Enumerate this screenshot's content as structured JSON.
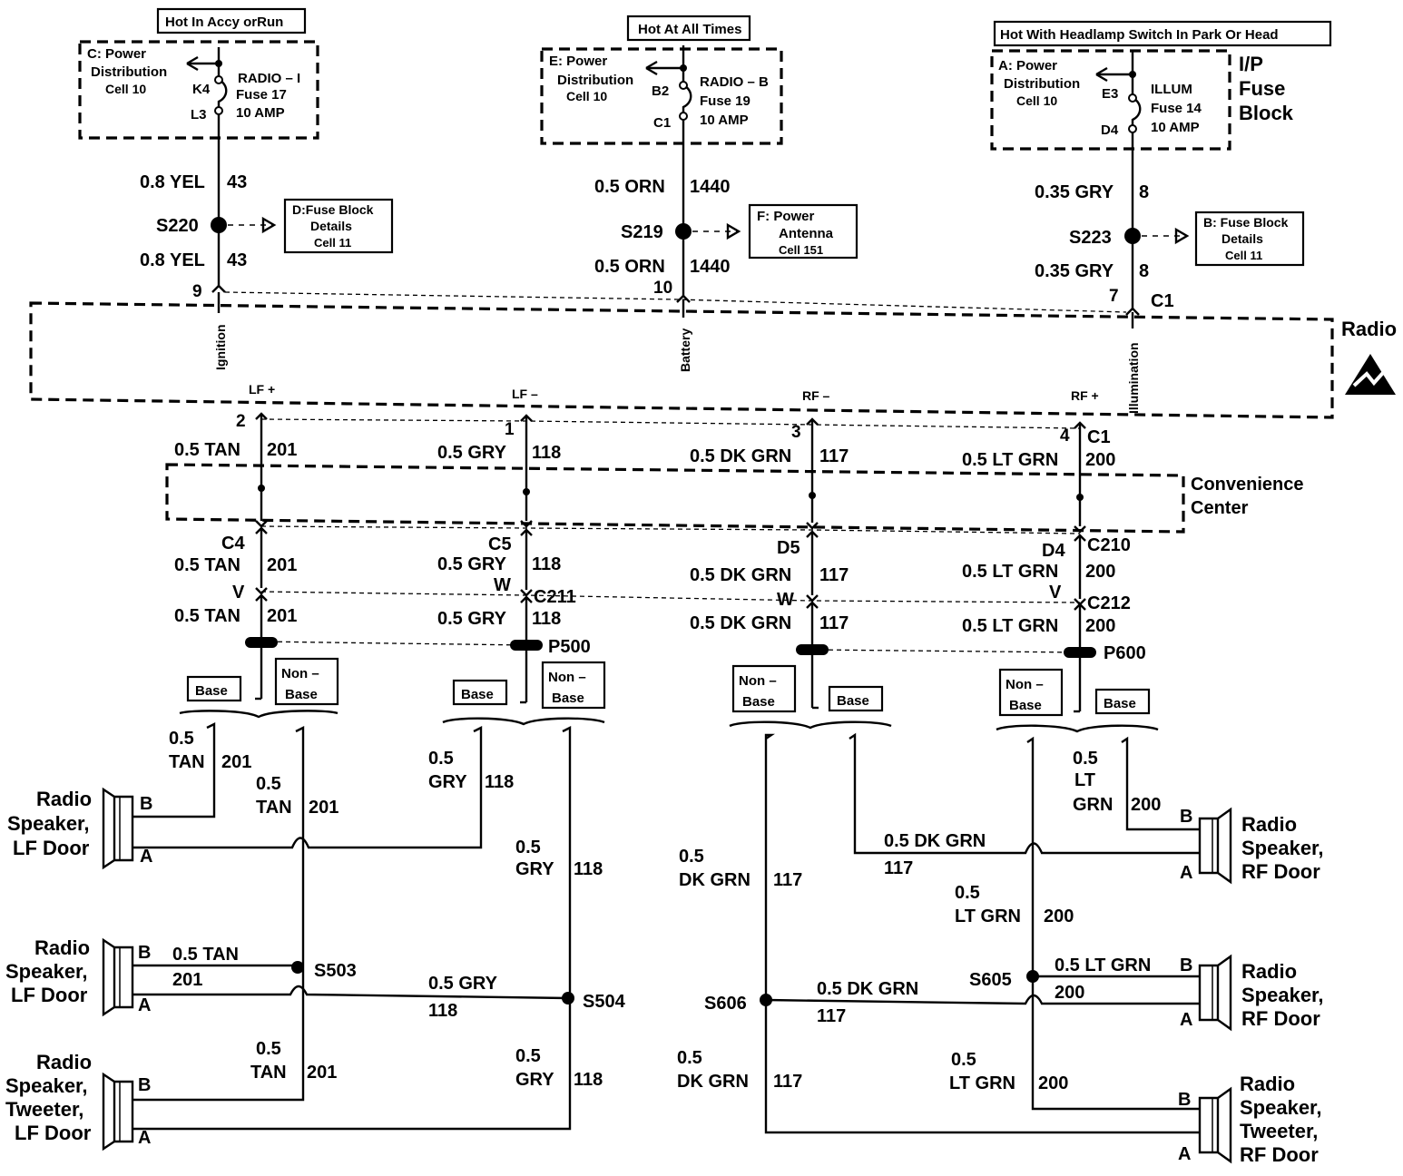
{
  "colors": {
    "ink": "#000000",
    "paper": "#ffffff"
  },
  "fuse_block": {
    "label_line1": "I/P",
    "label_line2": "Fuse",
    "label_line3": "Block"
  },
  "radio_label": "Radio",
  "radio_icon": "esd-sensitive-icon",
  "convenience_center": {
    "line1": "Convenience",
    "line2": "Center"
  },
  "feeds": {
    "ign": {
      "hot_label": "Hot In Accy orRun",
      "pd_line1": "C: Power",
      "pd_line2": "Distribution",
      "pd_line3": "Cell 10",
      "fuse_name": "RADIO – I",
      "fuse_num": "Fuse 17",
      "fuse_amp": "10 AMP",
      "term_top": "K4",
      "term_bot": "L3",
      "wire_a": "0.8 YEL",
      "wire_a_circ": "43",
      "splice": "S220",
      "det_line1": "D:Fuse Block",
      "det_line2": "Details",
      "det_line3": "Cell 11",
      "wire_b": "0.8 YEL",
      "wire_b_circ": "43",
      "pin": "9",
      "radio_term": "Ignition"
    },
    "bat": {
      "hot_label": "Hot At All Times",
      "pd_line1": "E: Power",
      "pd_line2": "Distribution",
      "pd_line3": "Cell 10",
      "fuse_name": "RADIO – B",
      "fuse_num": "Fuse 19",
      "fuse_amp": "10 AMP",
      "term_top": "B2",
      "term_bot": "C1",
      "wire_a": "0.5 ORN",
      "wire_a_circ": "1440",
      "splice": "S219",
      "det_line1": "F: Power",
      "det_line2": "Antenna",
      "det_line3": "Cell 151",
      "wire_b": "0.5 ORN",
      "wire_b_circ": "1440",
      "pin": "10",
      "radio_term": "Battery"
    },
    "ill": {
      "hot_label": "Hot With Headlamp Switch In Park Or Head",
      "pd_line1": "A: Power",
      "pd_line2": "Distribution",
      "pd_line3": "Cell 10",
      "fuse_name": "ILLUM",
      "fuse_num": "Fuse 14",
      "fuse_amp": "10 AMP",
      "term_top": "E3",
      "term_bot": "D4",
      "wire_a": "0.35 GRY",
      "wire_a_circ": "8",
      "splice": "S223",
      "det_line1": "B: Fuse Block",
      "det_line2": "Details",
      "det_line3": "Cell 11",
      "wire_b": "0.35 GRY",
      "wire_b_circ": "8",
      "pin": "7",
      "radio_term": "Illumination",
      "connector": "C1"
    }
  },
  "outputs": {
    "lfp": {
      "term": "LF +",
      "pin": "2",
      "wire": "0.5 TAN",
      "circ": "201",
      "conn_top": "C4",
      "wire2": "0.5 TAN",
      "circ2": "201",
      "conn_mid": "V",
      "wire3": "0.5 TAN",
      "circ3": "201"
    },
    "lfm": {
      "term": "LF –",
      "pin": "1",
      "wire": "0.5 GRY",
      "circ": "118",
      "conn_top": "C5",
      "wire2": "0.5 GRY",
      "circ2": "118",
      "conn_mid": "W",
      "conn_mid_id": "C211",
      "wire3": "0.5 GRY",
      "circ3": "118",
      "shield": "P500"
    },
    "rfm": {
      "term": "RF –",
      "pin": "3",
      "wire": "0.5 DK GRN",
      "circ": "117",
      "conn_top": "D5",
      "wire2": "0.5 DK GRN",
      "circ2": "117",
      "conn_mid": "W",
      "wire3": "0.5 DK GRN",
      "circ3": "117"
    },
    "rfp": {
      "term": "RF +",
      "pin": "4",
      "pin_conn": "C1",
      "wire": "0.5 LT GRN",
      "circ": "200",
      "conn_top": "D4",
      "conn_top_id": "C210",
      "wire2": "0.5 LT GRN",
      "circ2": "200",
      "conn_mid": "V",
      "conn_mid_id": "C212",
      "wire3": "0.5 LT GRN",
      "circ3": "200",
      "shield": "P600"
    }
  },
  "options": {
    "base": "Base",
    "non_base_line1": "Non –",
    "non_base_line2": "Base"
  },
  "left_wiring": {
    "lf_base_tan_w": "0.5",
    "lf_base_tan_c": "TAN",
    "lf_base_tan_n": "201",
    "lf_nb_tan_w": "0.5",
    "lf_nb_tan_c": "TAN",
    "lf_nb_tan_n": "201",
    "lf_base_gry_w": "0.5",
    "lf_base_gry_c": "GRY",
    "lf_base_gry_n": "118",
    "lf_nb_gry_w": "0.5",
    "lf_nb_gry_c": "GRY",
    "lf_nb_gry_n": "118",
    "s503": "S503",
    "s504": "S504",
    "s503_tan": "0.5 TAN",
    "s503_tan_n": "201",
    "s504_gry": "0.5 GRY",
    "s504_gry_n": "118",
    "tw_tan_w": "0.5",
    "tw_tan_c": "TAN",
    "tw_tan_n": "201",
    "tw_gry_w": "0.5",
    "tw_gry_c": "GRY",
    "tw_gry_n": "118"
  },
  "right_wiring": {
    "rf_base_lt_w": "0.5",
    "rf_base_lt_c1": "LT",
    "rf_base_lt_c2": "GRN",
    "rf_base_lt_n": "200",
    "rf_base_dk": "0.5 DK GRN",
    "rf_base_dk_n": "117",
    "rf_nb_dk_w": "0.5",
    "rf_nb_dk_c": "DK GRN",
    "rf_nb_dk_n": "117",
    "rf_nb_lt_w": "0.5",
    "rf_nb_lt_c": "LT GRN",
    "rf_nb_lt_n": "200",
    "s605": "S605",
    "s606": "S606",
    "s605_lt": "0.5 LT GRN",
    "s605_lt_n": "200",
    "s606_dk": "0.5 DK GRN",
    "s606_dk_n": "117",
    "tw_dk_w": "0.5",
    "tw_dk_c": "DK GRN",
    "tw_dk_n": "117",
    "tw_lt_w": "0.5",
    "tw_lt_c": "LT GRN",
    "tw_lt_n": "200"
  },
  "speakers": {
    "lf1": {
      "line1": "Radio",
      "line2": "Speaker,",
      "line3": "LF Door",
      "pin_b": "B",
      "pin_a": "A"
    },
    "lf2": {
      "line1": "Radio",
      "line2": "Speaker,",
      "line3": "LF Door",
      "pin_b": "B",
      "pin_a": "A"
    },
    "lftw": {
      "line1": "Radio",
      "line2": "Speaker,",
      "line3": "Tweeter,",
      "line4": "LF Door",
      "pin_b": "B",
      "pin_a": "A"
    },
    "rf1": {
      "line1": "Radio",
      "line2": "Speaker,",
      "line3": "RF Door",
      "pin_b": "B",
      "pin_a": "A"
    },
    "rf2": {
      "line1": "Radio",
      "line2": "Speaker,",
      "line3": "RF Door",
      "pin_b": "B",
      "pin_a": "A"
    },
    "rftw": {
      "line1": "Radio",
      "line2": "Speaker,",
      "line3": "Tweeter,",
      "line4": "RF Door",
      "pin_b": "B",
      "pin_a": "A"
    }
  }
}
